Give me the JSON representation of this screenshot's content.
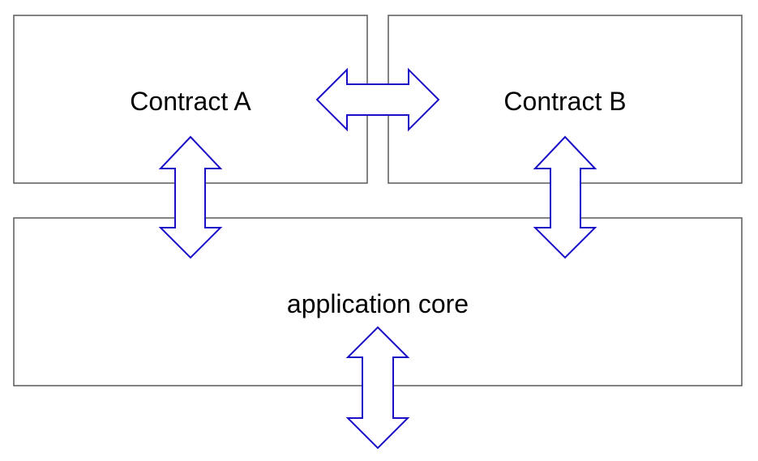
{
  "boxes": {
    "contract_a": {
      "label": "Contract A"
    },
    "contract_b": {
      "label": "Contract B"
    },
    "application_core": {
      "label": "application core"
    }
  },
  "colors": {
    "box_stroke": "#595959",
    "arrow_stroke": "#1a0fc6",
    "background": "#ffffff"
  },
  "connections": [
    {
      "from": "Contract A",
      "to": "Contract B",
      "direction": "bidirectional",
      "icon": "double-arrow-horizontal"
    },
    {
      "from": "Contract A",
      "to": "application core",
      "direction": "bidirectional",
      "icon": "double-arrow-vertical"
    },
    {
      "from": "Contract B",
      "to": "application core",
      "direction": "bidirectional",
      "icon": "double-arrow-vertical"
    },
    {
      "from": "application core",
      "to": "external",
      "direction": "bidirectional",
      "icon": "double-arrow-vertical"
    }
  ]
}
